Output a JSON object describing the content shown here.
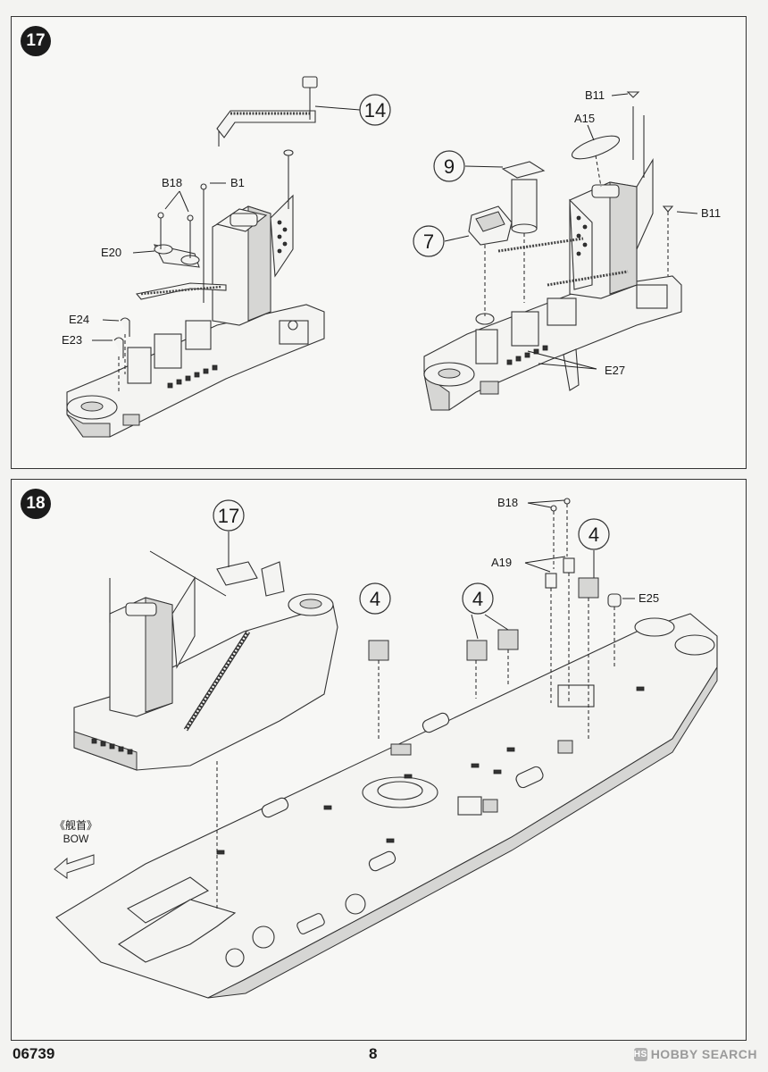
{
  "step17": {
    "number": "17",
    "left_labels": {
      "b18": "B18",
      "b1": "B1",
      "e20": "E20",
      "e24": "E24",
      "e23": "E23"
    },
    "subassembly": "14",
    "right_labels": {
      "b11_top": "B11",
      "a15": "A15",
      "b11_right": "B11",
      "e27": "E27"
    },
    "right_subassemblies": [
      "9",
      "7"
    ]
  },
  "step18": {
    "number": "18",
    "subassembly_top": "17",
    "labels": {
      "b18": "B18",
      "a19": "A19",
      "e25": "E25"
    },
    "subassembly_callouts": [
      "4",
      "4",
      "4"
    ],
    "bow_cn": "《舰首》",
    "bow_en": "BOW"
  },
  "footer": {
    "kit_number": "06739",
    "page_number": "8",
    "watermark": "HOBBY SEARCH",
    "watermark_logo": "HS"
  }
}
